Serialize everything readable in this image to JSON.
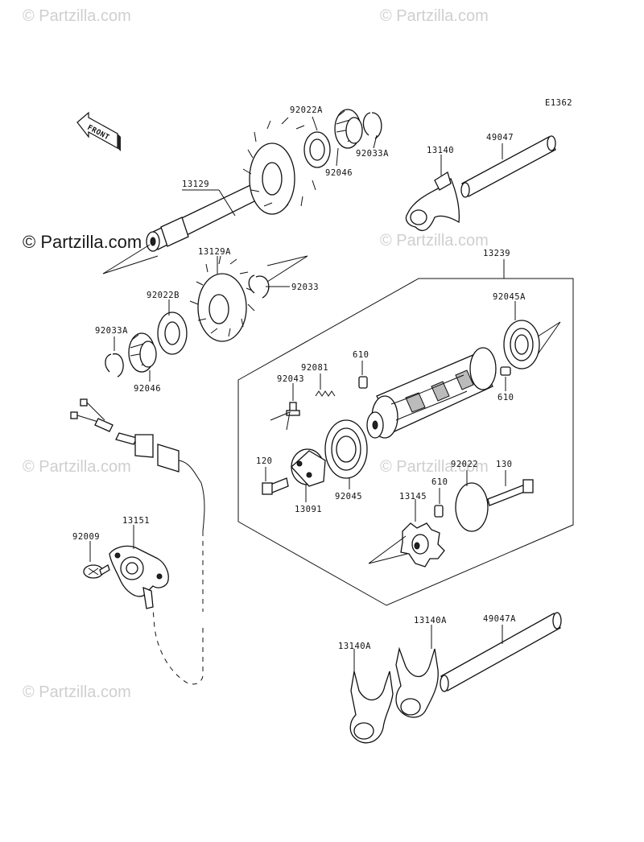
{
  "diagram": {
    "diagram_code": "E1362",
    "front_tag": "FRONT",
    "watermark_text": "© Partzilla.com",
    "watermark_primary": "© Partzilla.com",
    "labels": {
      "p13129": "13129",
      "p92022A": "92022A",
      "p92046_top": "92046",
      "p92033A_top": "92033A",
      "p13140": "13140",
      "p49047": "49047",
      "p13129A": "13129A",
      "p92033": "92033",
      "p92022B": "92022B",
      "p92033A_left": "92033A",
      "p92046_left": "92046",
      "p13239": "13239",
      "p92045A": "92045A",
      "p610_a": "610",
      "p610_b": "610",
      "p92081": "92081",
      "p92043": "92043",
      "p120": "120",
      "p13091": "13091",
      "p92045": "92045",
      "p92022": "92022",
      "p130": "130",
      "p610_c": "610",
      "p13145": "13145",
      "p92009": "92009",
      "p13151": "13151",
      "p13140A_right": "13140A",
      "p49047A": "49047A",
      "p13140A_left": "13140A"
    }
  }
}
